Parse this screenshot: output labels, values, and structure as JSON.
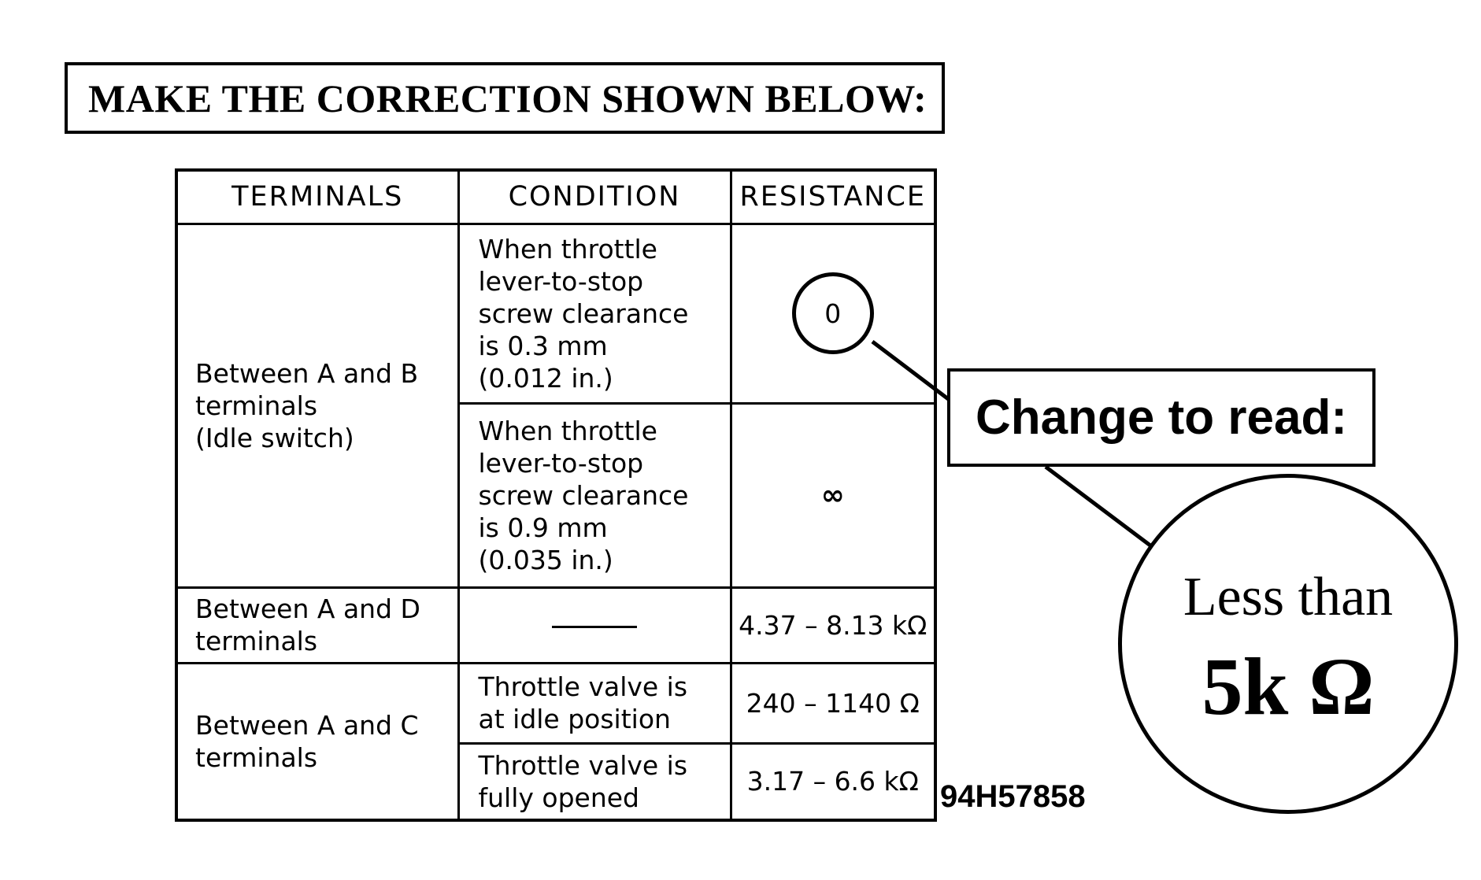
{
  "heading": "MAKE THE CORRECTION SHOWN BELOW:",
  "table": {
    "headers": [
      "TERMINALS",
      "CONDITION",
      "RESISTANCE"
    ],
    "rows": [
      {
        "terminals": "Between A and B\nterminals\n(Idle switch)",
        "conditions": [
          {
            "condition": "When throttle\nlever-to-stop\nscrew clearance\nis 0.3 mm\n(0.012 in.)",
            "resistance": "0"
          },
          {
            "condition": "When throttle\nlever-to-stop\nscrew clearance\nis 0.9 mm\n(0.035 in.)",
            "resistance": "∞"
          }
        ]
      },
      {
        "terminals": "Between A and D\nterminals",
        "conditions": [
          {
            "condition": "",
            "resistance": "4.37 – 8.13 kΩ"
          }
        ]
      },
      {
        "terminals": "Between A and C\nterminals",
        "conditions": [
          {
            "condition": "Throttle valve is\nat idle position",
            "resistance": "240 – 1140 Ω"
          },
          {
            "condition": "Throttle valve is\nfully opened",
            "resistance": "3.17 – 6.6 kΩ"
          }
        ]
      }
    ]
  },
  "callout": {
    "label": "Change to read:",
    "value_line1": "Less than",
    "value_line2": "5k Ω"
  },
  "figure_code": "94H57858"
}
